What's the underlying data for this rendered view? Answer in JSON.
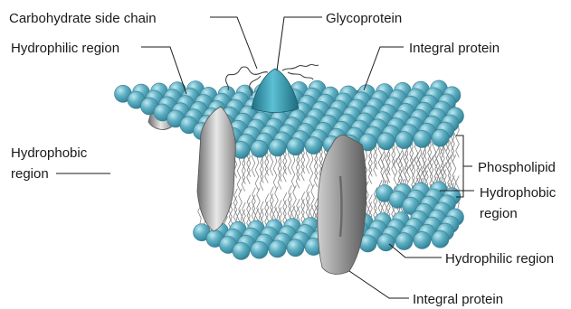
{
  "labels": {
    "carbohydrate_side_chain": "Carbohydrate side chain",
    "glycoprotein": "Glycoprotein",
    "hydrophilic_region_top": "Hydrophilic region",
    "integral_protein_top": "Integral protein",
    "hydrophobic_region_left_line1": "Hydrophobic",
    "hydrophobic_region_left_line2": "region",
    "phospholipid": "Phospholipid",
    "hydrophobic_region_right_line1": "Hydrophobic",
    "hydrophobic_region_right_line2": "region",
    "hydrophilic_region_bottom": "Hydrophilic region",
    "integral_protein_bottom": "Integral protein"
  },
  "colors": {
    "phospholipid_head": "#4a9fb5",
    "phospholipid_head_light": "#a9dde9",
    "glycoprotein": "#2f8fa3",
    "protein_gray": "#9a9a9a",
    "protein_light": "#e6e6e6",
    "label_text": "#1a1a1a"
  }
}
